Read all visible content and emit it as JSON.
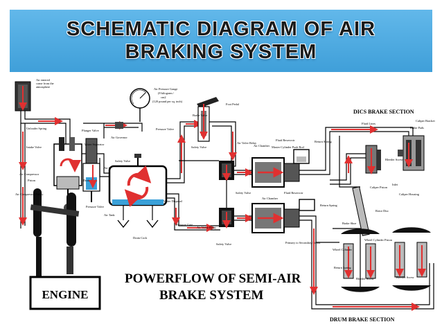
{
  "title": {
    "line1": "SCHEMATIC DIAGRAM OF AIR",
    "line2": "BRAKING SYSTEM"
  },
  "caption": {
    "line1": "POWERFLOW OF SEMI-AIR",
    "line2": "BRAKE SYSTEM"
  },
  "engine_label": "ENGINE",
  "sections": {
    "disc": "DICS BRAKE SECTION",
    "drum": "DRUM BRAKE SECTION"
  },
  "labels": {
    "air_inlet": "Air entered",
    "air_inlet2": "come from the",
    "air_inlet3": "atmosphere",
    "unloader_spring": "Unloader Spring",
    "intake_valve": "Intake Valve",
    "air_compressor": "Air Compressor",
    "piston": "Piston",
    "compressor_pulley": "Air Compressor Pulley",
    "plunger_valve": "Plunger Valve",
    "water_separator": "Water Separator",
    "drain_cock": "Drain Cock",
    "pressure_valve_left": "Pressure Valve",
    "air_check_valve": "Air Check Valve",
    "safety_valve": "Safety Valve",
    "air_tank": "Air Tank",
    "air_governor": "Air Governor",
    "gauge": "Air Pressure Gauge",
    "gauge_unit1": "(8 kilogram /",
    "gauge_unit2": "cm2",
    "gauge_unit3": "(120 pound per sq. inch)",
    "pressure_valve": "Pressure Valve",
    "water_disposal": "Water Disposal",
    "drain_cock_bottom": "Drain Cock",
    "foot_pedal": "Foot Pedal",
    "brake_valve": "Brake Valve",
    "safety_valve2": "Safety Valve",
    "air_valve_relay": "Air Valve Relay",
    "safety_valve3": "Safety Valve",
    "air_chamber": "Air Chamber",
    "fluid_reservoir": "Fluid Reservoir",
    "master_cylinder": "Master Cylinder Push Rod",
    "return_spring": "Return Spring",
    "air_chamber2": "Air Chamber",
    "fluid_reservoir2": "Fluid Reservoir",
    "return_spring2": "Return Spring",
    "pressure_gate": "Pressure Gate",
    "air_valve_relay2": "Air Valve Relay",
    "safety_valve4": "Safety Valve",
    "primary_secondary": "Primary to Secondary Piston",
    "fluid_lines": "Fluid Lines",
    "brake_pads": "Brake Pads",
    "caliper_bracket": "Caliper Bracket",
    "bleeder_screw": "Bleeder Screw",
    "inlet": "Inlet",
    "caliper_piston": "Caliper Piston",
    "caliper_housing": "Caliper Housing",
    "rotor_disc": "Rotor Disc",
    "brake_shoe": "Brake Shoe",
    "wheel_cylinder": "Wheel Cylinder",
    "wheel_cylinder_piston": "Wheel Cylinder Piston",
    "return_spring3": "Return Spring",
    "bleeder_screw2": "Bleeder Screw",
    "bleeder_screw3": "Bleeder Screw"
  },
  "colors": {
    "banner": "#4aa9e0",
    "arrow": "#e03030",
    "pipe": "#000000",
    "water": "#3aa0d8"
  }
}
